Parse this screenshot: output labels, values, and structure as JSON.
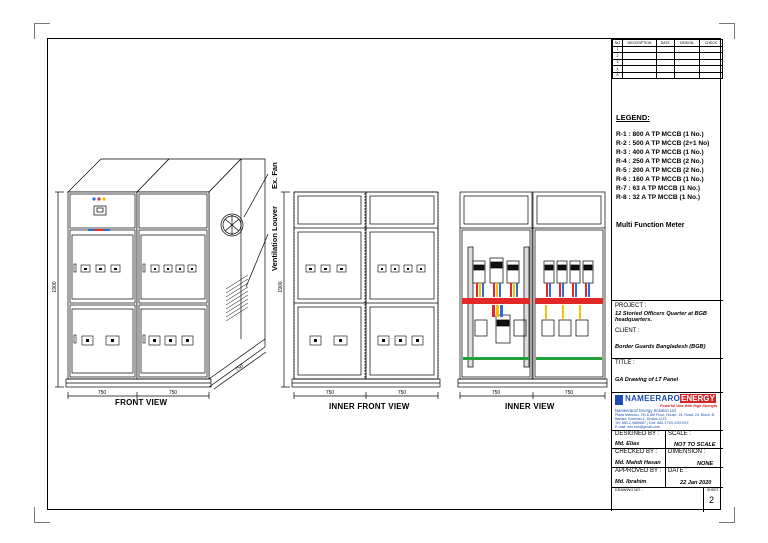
{
  "views": {
    "front": "FRONT VIEW",
    "inner_front": "INNER FRONT VIEW",
    "inner": "INNER VIEW"
  },
  "callouts": {
    "exhaust_fan": "Ex. Fan",
    "ventilation": "Ventilation Louver"
  },
  "dimensions": {
    "height": "1900",
    "width_left": "750",
    "width_right": "750",
    "depth": "750"
  },
  "revision_table": {
    "headers": [
      "NO",
      "DESCRIPTION",
      "DATE",
      "DESIGN",
      "CHECK"
    ],
    "rows": [
      "1",
      "2",
      "3",
      "4",
      "5"
    ]
  },
  "legend": {
    "heading": "LEGEND:",
    "items": [
      "R-1 :  800 A TP MCCB (1 No.)",
      "R-2 :  500 A TP MCCB (2+1 No)",
      "R-3 :  400 A TP MCCB (1 No.)",
      "R-4 :  250 A TP MCCB (2 No.)",
      "R-5 :  200 A TP MCCB (2 No.)",
      "R-6 :  160 A TP MCCB (1 No.)",
      "R-7 :    63 A TP MCCB (1 No.)",
      "R-8 :    32 A TP MCCB (1 No.)"
    ],
    "meter": "Multi Function Meter"
  },
  "title_block": {
    "project_label": "PROJECT :",
    "project": "12 Storied Officers Quarter at BGB headquarters.",
    "client_label": "CLIENT :",
    "client": "Border Guards Bangladesh (BGB)",
    "title_label": "TITLE :",
    "title": "GA Drawing of LT Panel",
    "company": "NAMEERAROOZ",
    "company_2": "ENERGY",
    "company_tagline": "Powerful Vibe With High Strength",
    "company_full": "Nameeraroz Energy Solution Ltd.",
    "address_1": "Plaza Mansion, 7th & 8th Floor, House: 15, Road: 24, Block: B,",
    "address_2": "Banani, Gulshan-1, Dhaka-1213",
    "address_3": "Tel: 880-2-9889687 | Cell: 880-17XX-XXXXXX",
    "address_4": "E-mail: info.nes@gmail.com",
    "designed_label": "DESIGNED BY :",
    "designed_by": "Md. Elias",
    "scale_label": "SCALE :",
    "scale": "NOT TO SCALE",
    "checked_label": "CHECKED BY :",
    "checked_by": "Md. Mahdi Hasan",
    "dimension_label": "DIMENSION :",
    "dimension": "NONE",
    "approved_label": "APPROVED BY :",
    "approved_by": "Md. Ibrahim",
    "date_label": "DATE :",
    "date": "22 Jan 2020",
    "drawing_no_label": "DRAWING NO. :",
    "sheet_label": "SHEET",
    "sheet_no": "2"
  }
}
